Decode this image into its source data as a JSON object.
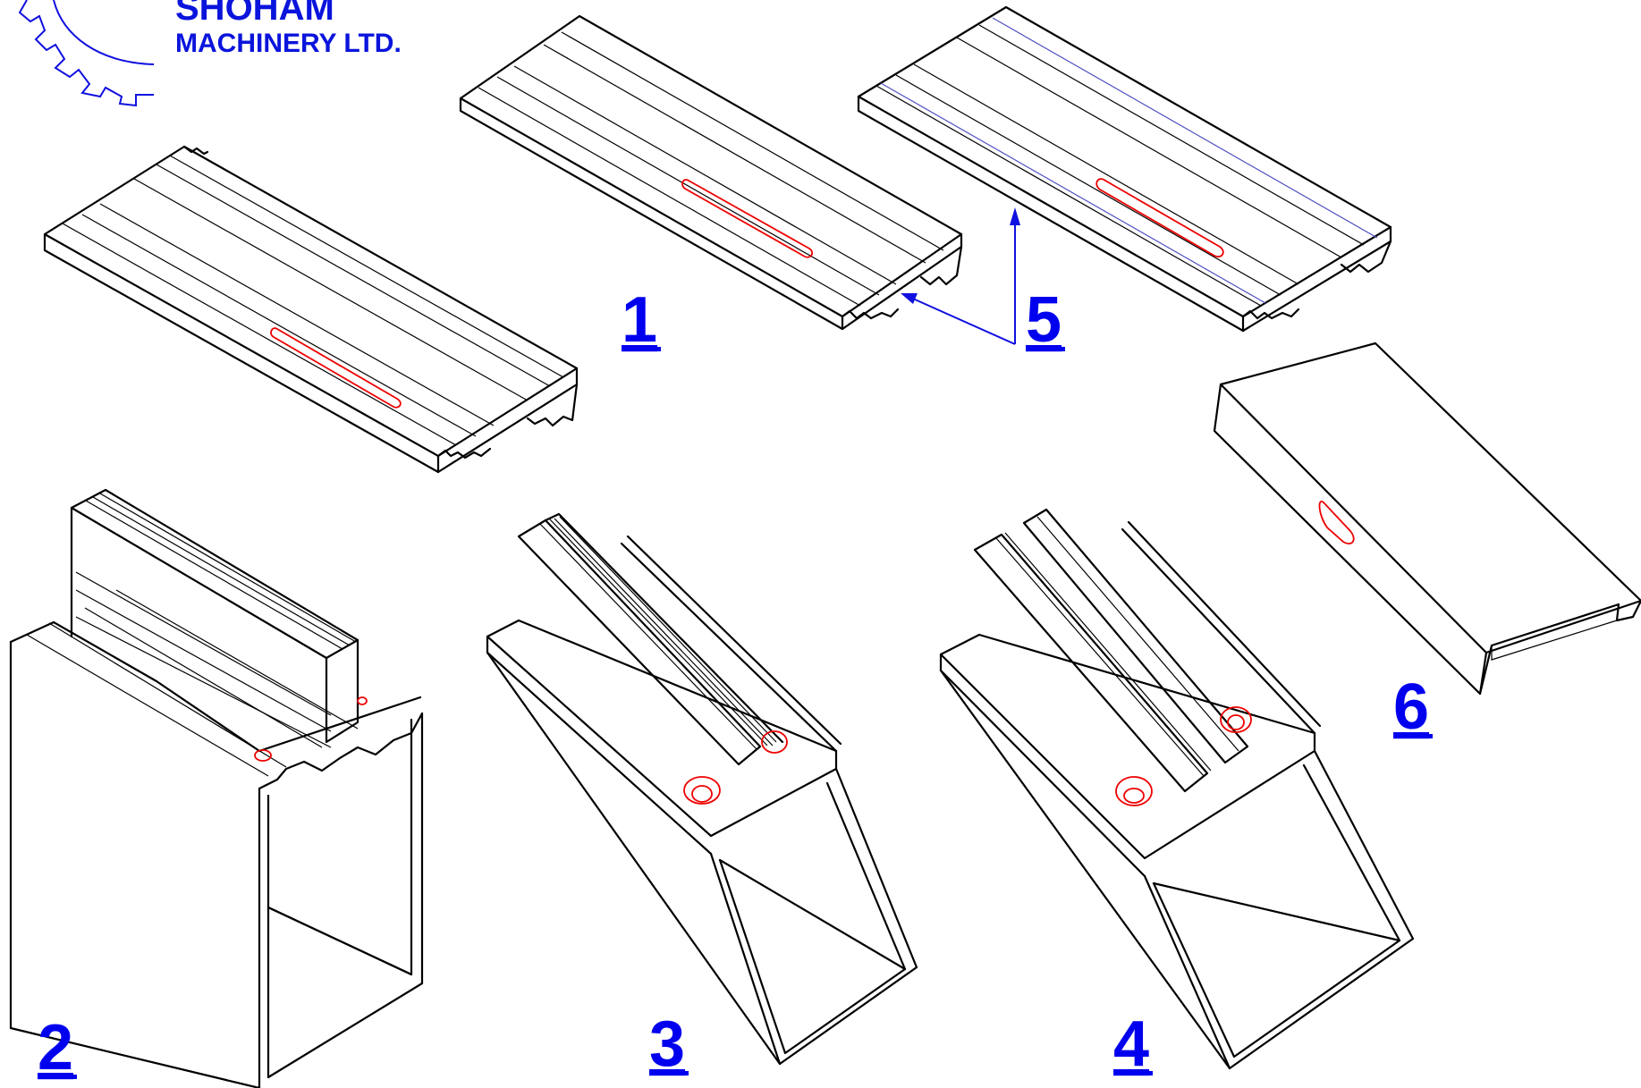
{
  "logo": {
    "name_line1": "SHOHAM",
    "name_line2": "MACHINERY LTD."
  },
  "labels": {
    "item1": "1",
    "item2": "2",
    "item3": "3",
    "item4": "4",
    "item5": "5",
    "item6": "6"
  },
  "colors": {
    "label_blue": "#0000ee",
    "logo_blue": "#0a14dc",
    "slot_red": "#ee0000",
    "outline": "#000000"
  },
  "icons": {
    "logo_mark": "gear-icon",
    "arrow": "arrow-icon"
  }
}
